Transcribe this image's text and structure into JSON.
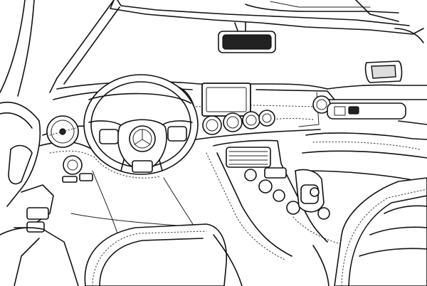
{
  "image": {
    "style": "line-art",
    "palette": {
      "stroke": "#111111",
      "background": "#ffffff",
      "accent_fill": "#222222"
    },
    "subjects": [
      "steering-wheel",
      "dashboard",
      "instrument-cluster",
      "center-display",
      "air-vents",
      "center-console",
      "gear-selector",
      "rear-view-mirror",
      "side-mirror",
      "door-panel",
      "seat"
    ]
  }
}
